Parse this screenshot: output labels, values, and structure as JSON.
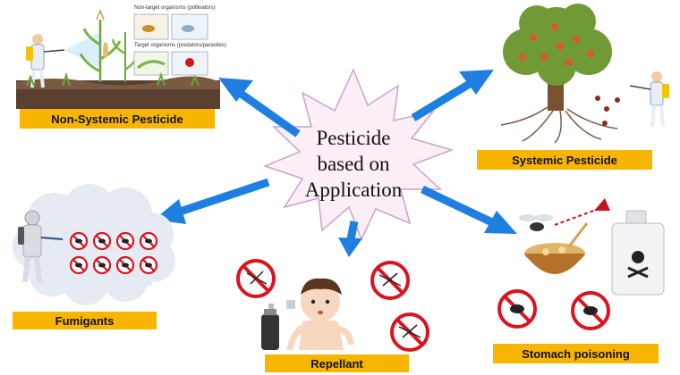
{
  "center": {
    "line1": "Pesticide",
    "line2": "based on",
    "line3": "Application"
  },
  "categories": {
    "non_systemic": "Non-Systemic Pesticide",
    "systemic": "Systemic Pesticide",
    "fumigants": "Fumigants",
    "repellant": "Repellant",
    "stomach": "Stomach poisoning"
  },
  "inset": {
    "non_target": "Non-target organisms (pollinators)",
    "target": "Target organisms (predators/parasites)"
  },
  "colors": {
    "arrow": "#1e7fe0",
    "label_bg": "#f7b500",
    "starburst_fill": "#fbeef7",
    "starburst_stroke": "#c9a3c9",
    "prohibit": "#d9141e"
  }
}
